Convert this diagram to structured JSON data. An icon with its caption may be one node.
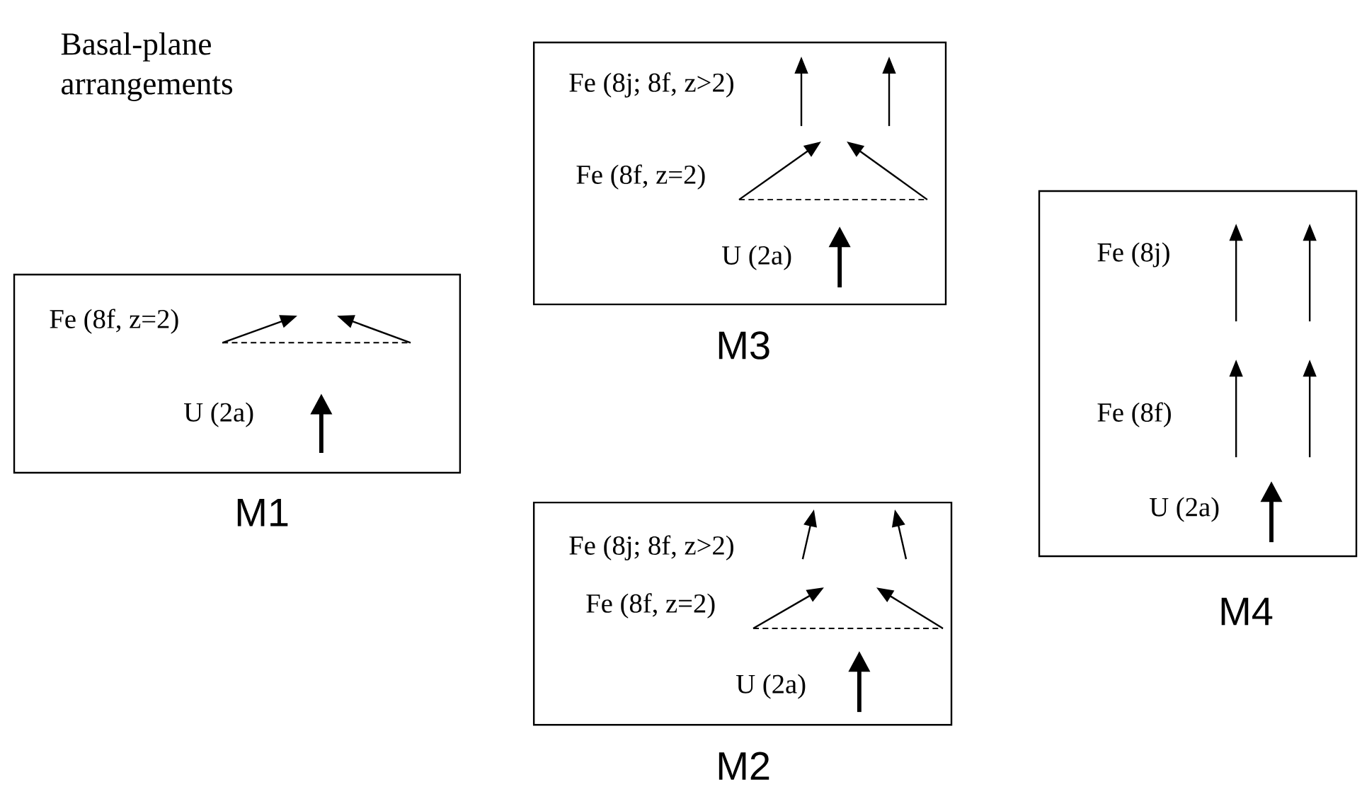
{
  "diagram": {
    "title": "Basal-plane arrangements",
    "nodes": [
      {
        "text": [
          "Fe (8f, z=2)",
          "U (2a)"
        ],
        "beside": [
          "M1"
        ]
      },
      {
        "text": [
          "Fe (8j; 8f, z>2)",
          "Fe (8f, z=2)",
          "U (2a)"
        ],
        "beside": [
          "M3"
        ]
      },
      {
        "text": [
          "Fe (8j; 8f, z>2)",
          "Fe (8f, z=2)",
          "U (2a)"
        ],
        "beside": [
          "M2"
        ]
      },
      {
        "text": [
          "Fe (8j)",
          "Fe (8f)",
          "U (2a)"
        ],
        "beside": [
          "M4"
        ]
      }
    ]
  }
}
